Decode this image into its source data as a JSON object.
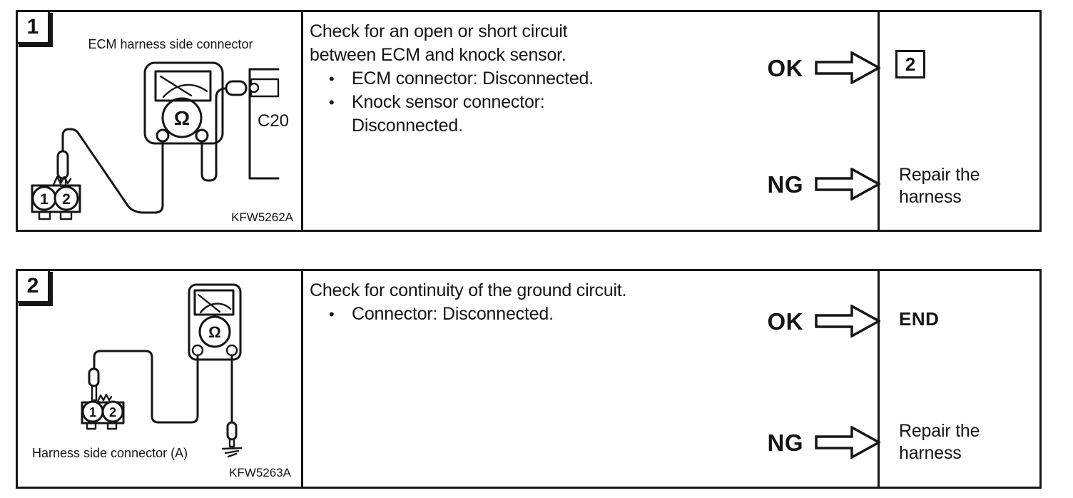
{
  "page": {
    "paper": "#ffffff",
    "ink": "#161616"
  },
  "bullet_glyph": "•",
  "steps": [
    {
      "number": "1",
      "diagram": {
        "title": "ECM harness side connector",
        "connector_ref": "C20",
        "figure_id": "KFW5262A",
        "pins": [
          "1",
          "2"
        ],
        "meter_symbol": "Ω"
      },
      "instruction": {
        "intro": "Check for an open or short circuit\nbetween ECM and knock sensor.",
        "bullets": [
          "ECM connector: Disconnected.",
          "Knock sensor connector:\nDisconnected."
        ]
      },
      "ok_label": "OK",
      "ng_label": "NG",
      "ok_result": "2",
      "ng_result": "Repair the\nharness"
    },
    {
      "number": "2",
      "diagram": {
        "caption": "Harness side connector (A)",
        "figure_id": "KFW5263A",
        "pins": [
          "1",
          "2"
        ],
        "meter_symbol": "Ω"
      },
      "instruction": {
        "intro": "Check for continuity of the ground circuit.",
        "bullets": [
          "Connector: Disconnected."
        ]
      },
      "ok_label": "OK",
      "ng_label": "NG",
      "ok_result": "END",
      "ng_result": "Repair the\nharness"
    }
  ]
}
